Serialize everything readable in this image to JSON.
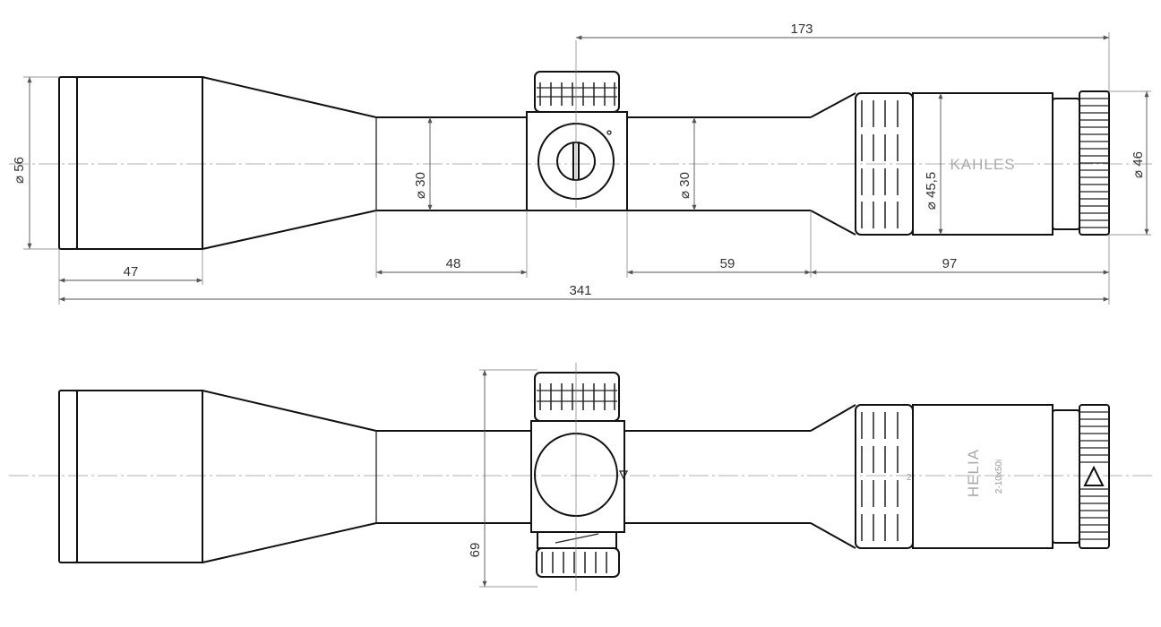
{
  "top_view": {
    "dimensions": {
      "total_length": "341",
      "rear_section": "173",
      "objective_bell": "47",
      "front_tube": "48",
      "rear_tube": "59",
      "ocular": "97",
      "objective_diameter": "⌀ 56",
      "tube_front_diameter": "⌀ 30",
      "tube_rear_diameter": "⌀ 30",
      "ring_diameter": "⌀ 45,5",
      "eyepiece_diameter": "⌀ 46"
    },
    "brand": "KAHLES"
  },
  "side_view": {
    "dimensions": {
      "turret_height": "69"
    },
    "model_name": "HELIA",
    "model_spec": "2-10x50i",
    "zoom_mark": "2"
  }
}
